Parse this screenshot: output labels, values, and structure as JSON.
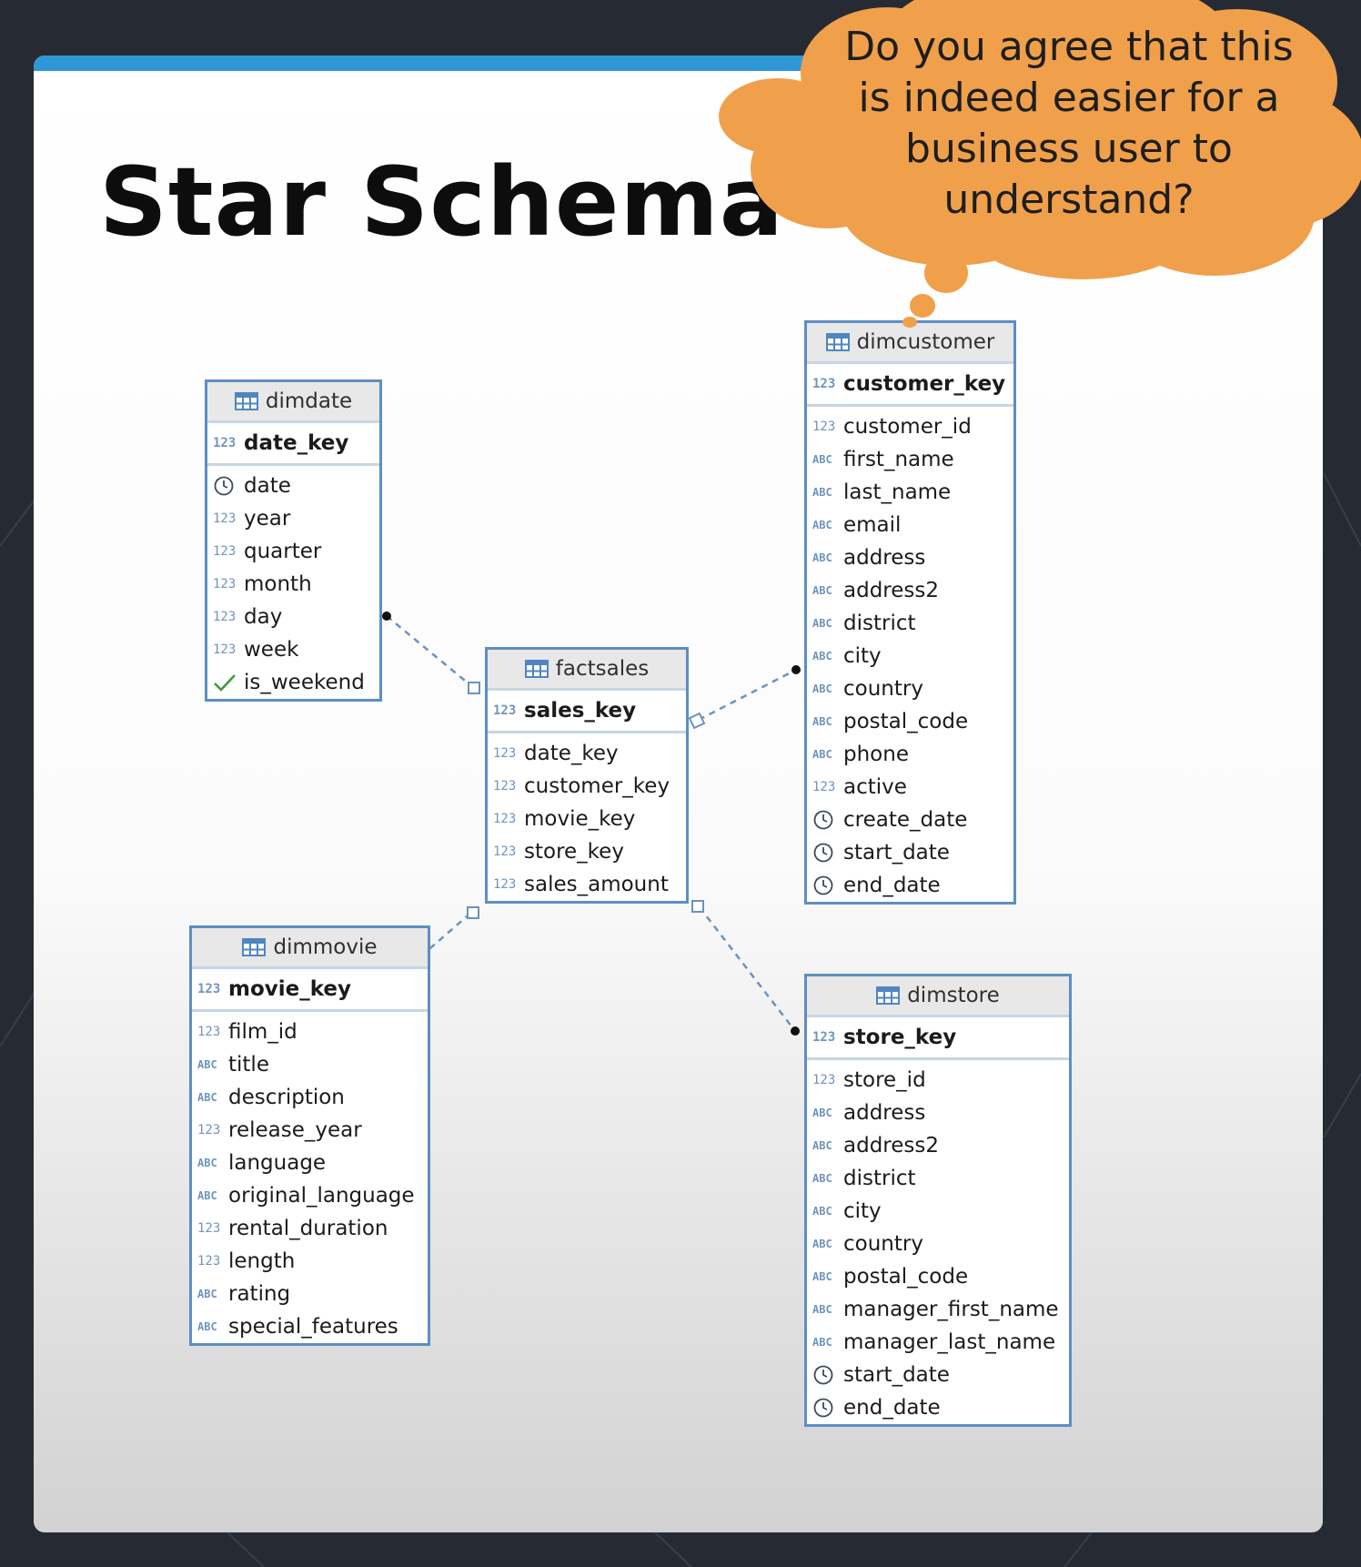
{
  "slide": {
    "title": "Star Schema",
    "bubble_text": "Do you agree that this is indeed easier for a business user to understand?"
  },
  "colors": {
    "background": "#262b33",
    "accent_bar": "#2f97d6",
    "bubble": "#f0a04b",
    "entity_border": "#5d8ec2",
    "type_icon": "#6f94be"
  },
  "icons": {
    "integer": "123",
    "text": "ABC",
    "timestamp": "clock-icon",
    "boolean": "check-icon",
    "table": "table-icon"
  },
  "entities": {
    "dimdate": {
      "name": "dimdate",
      "pk": {
        "type": "integer",
        "name": "date_key"
      },
      "columns": [
        {
          "type": "timestamp",
          "name": "date"
        },
        {
          "type": "integer",
          "name": "year"
        },
        {
          "type": "integer",
          "name": "quarter"
        },
        {
          "type": "integer",
          "name": "month"
        },
        {
          "type": "integer",
          "name": "day"
        },
        {
          "type": "integer",
          "name": "week"
        },
        {
          "type": "boolean",
          "name": "is_weekend"
        }
      ]
    },
    "factsales": {
      "name": "factsales",
      "pk": {
        "type": "integer",
        "name": "sales_key"
      },
      "columns": [
        {
          "type": "integer",
          "name": "date_key"
        },
        {
          "type": "integer",
          "name": "customer_key"
        },
        {
          "type": "integer",
          "name": "movie_key"
        },
        {
          "type": "integer",
          "name": "store_key"
        },
        {
          "type": "integer",
          "name": "sales_amount"
        }
      ]
    },
    "dimcustomer": {
      "name": "dimcustomer",
      "pk": {
        "type": "integer",
        "name": "customer_key"
      },
      "columns": [
        {
          "type": "integer",
          "name": "customer_id"
        },
        {
          "type": "text",
          "name": "first_name"
        },
        {
          "type": "text",
          "name": "last_name"
        },
        {
          "type": "text",
          "name": "email"
        },
        {
          "type": "text",
          "name": "address"
        },
        {
          "type": "text",
          "name": "address2"
        },
        {
          "type": "text",
          "name": "district"
        },
        {
          "type": "text",
          "name": "city"
        },
        {
          "type": "text",
          "name": "country"
        },
        {
          "type": "text",
          "name": "postal_code"
        },
        {
          "type": "text",
          "name": "phone"
        },
        {
          "type": "integer",
          "name": "active"
        },
        {
          "type": "timestamp",
          "name": "create_date"
        },
        {
          "type": "timestamp",
          "name": "start_date"
        },
        {
          "type": "timestamp",
          "name": "end_date"
        }
      ]
    },
    "dimmovie": {
      "name": "dimmovie",
      "pk": {
        "type": "integer",
        "name": "movie_key"
      },
      "columns": [
        {
          "type": "integer",
          "name": "film_id"
        },
        {
          "type": "text",
          "name": "title"
        },
        {
          "type": "text",
          "name": "description"
        },
        {
          "type": "integer",
          "name": "release_year"
        },
        {
          "type": "text",
          "name": "language"
        },
        {
          "type": "text",
          "name": "original_language"
        },
        {
          "type": "integer",
          "name": "rental_duration"
        },
        {
          "type": "integer",
          "name": "length"
        },
        {
          "type": "text",
          "name": "rating"
        },
        {
          "type": "text",
          "name": "special_features"
        }
      ]
    },
    "dimstore": {
      "name": "dimstore",
      "pk": {
        "type": "integer",
        "name": "store_key"
      },
      "columns": [
        {
          "type": "integer",
          "name": "store_id"
        },
        {
          "type": "text",
          "name": "address"
        },
        {
          "type": "text",
          "name": "address2"
        },
        {
          "type": "text",
          "name": "district"
        },
        {
          "type": "text",
          "name": "city"
        },
        {
          "type": "text",
          "name": "country"
        },
        {
          "type": "text",
          "name": "postal_code"
        },
        {
          "type": "text",
          "name": "manager_first_name"
        },
        {
          "type": "text",
          "name": "manager_last_name"
        },
        {
          "type": "timestamp",
          "name": "start_date"
        },
        {
          "type": "timestamp",
          "name": "end_date"
        }
      ]
    }
  },
  "relationships": [
    {
      "from": "factsales",
      "to": "dimdate"
    },
    {
      "from": "factsales",
      "to": "dimcustomer"
    },
    {
      "from": "factsales",
      "to": "dimmovie"
    },
    {
      "from": "factsales",
      "to": "dimstore"
    }
  ]
}
